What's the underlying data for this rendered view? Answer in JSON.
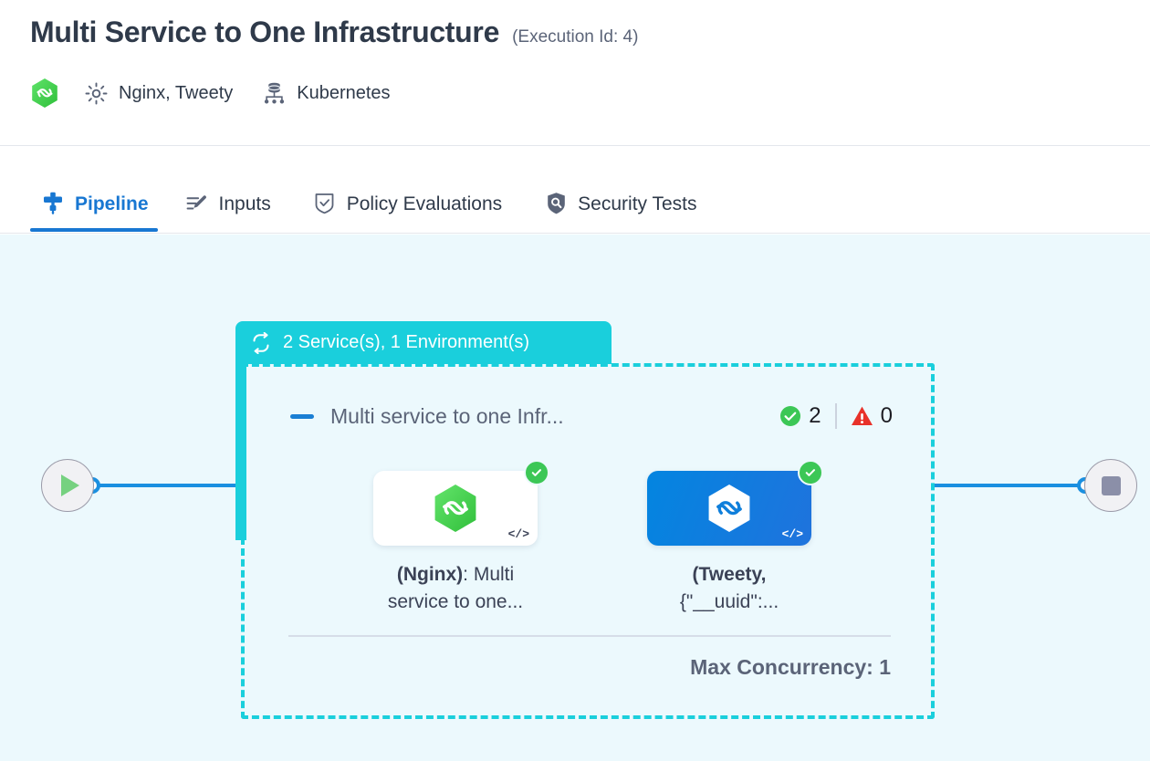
{
  "header": {
    "title": "Multi Service to One Infrastructure",
    "execution_id_label": "(Execution Id: 4)",
    "brand_icon": "hexagon-infinity-icon",
    "services_icon": "gear-icon",
    "services_text": "Nginx, Tweety",
    "infra_icon": "kubernetes-cluster-icon",
    "infra_text": "Kubernetes"
  },
  "tabs": [
    {
      "label": "Pipeline",
      "icon": "pipeline-icon",
      "active": true
    },
    {
      "label": "Inputs",
      "icon": "inputs-edit-icon",
      "active": false
    },
    {
      "label": "Policy Evaluations",
      "icon": "shield-check-icon",
      "active": false
    },
    {
      "label": "Security Tests",
      "icon": "shield-search-icon",
      "active": false
    }
  ],
  "canvas": {
    "start_node": {
      "name": "start-node",
      "icon": "play-icon"
    },
    "end_node": {
      "name": "end-node",
      "icon": "stop-icon"
    },
    "group": {
      "header_icon": "loop-repeat-icon",
      "header_label": "2 Service(s), 1 Environment(s)",
      "node_title": "Multi service to one Infr...",
      "collapse_icon": "minus-icon",
      "success_icon": "check-circle-icon",
      "success_count": "2",
      "warning_icon": "warning-triangle-icon",
      "warning_count": "0",
      "max_concurrency_label": "Max Concurrency: 1",
      "services": [
        {
          "label_bold": "(Nginx)",
          "label_rest": ": Multi service to one...",
          "icon": "hexagon-infinity-icon",
          "code_icon": "code-brackets-icon",
          "status_icon": "check-circle-icon",
          "card_style": "white"
        },
        {
          "label_bold": "(Tweety,",
          "label_rest": "{\"__uuid\":...",
          "icon": "hexagon-infinity-icon",
          "code_icon": "code-brackets-icon",
          "status_icon": "check-circle-icon",
          "card_style": "blue"
        }
      ]
    }
  },
  "colors": {
    "teal": "#1acfdc",
    "blue": "#1877d2",
    "edge_blue": "#1a8fe0",
    "green": "#3cc756",
    "red": "#e8322a",
    "canvas_bg": "#ecf9fd",
    "text_dark": "#2f3a4a",
    "text_muted": "#5b6478"
  }
}
